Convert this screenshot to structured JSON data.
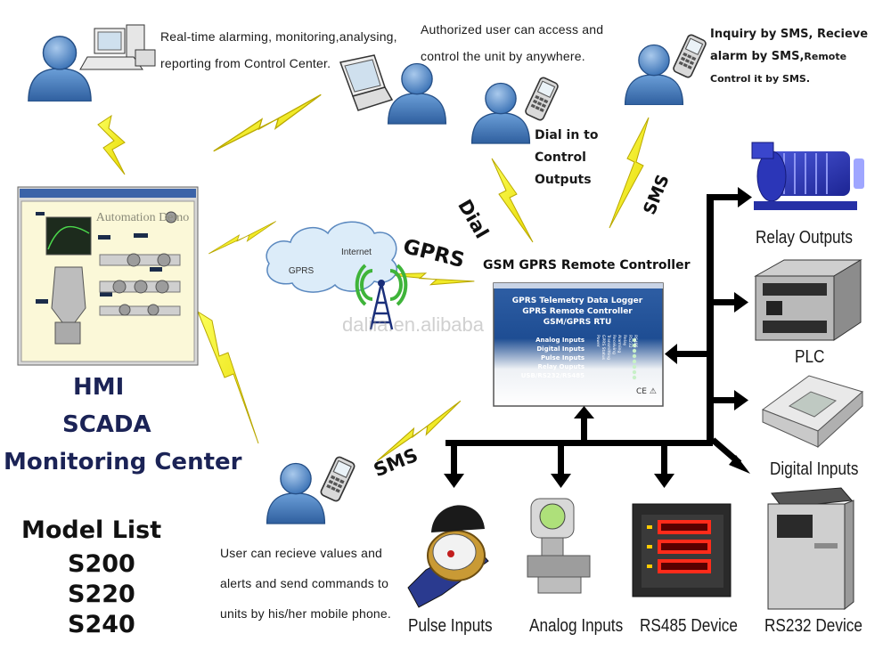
{
  "notes": {
    "control_center": [
      "Real-time alarming, monitoring,analysing,",
      "reporting from Control Center."
    ],
    "authorized": [
      "Authorized user can access and",
      "control the unit by anywhere."
    ],
    "sms_inquiry": [
      "Inquiry by SMS, Recieve",
      "alarm by SMS,",
      "Remote",
      "Control it by SMS."
    ],
    "dial_in": [
      "Dial in to",
      "Control",
      "Outputs"
    ],
    "user_mobile": [
      "User can recieve values and",
      "alerts and send commands to",
      "units by his/her mobile phone."
    ]
  },
  "links": {
    "dial": "Dial",
    "sms_top": "SMS",
    "sms_bottom": "SMS",
    "gprs": "GPRS"
  },
  "cloud": {
    "internet": "Internet",
    "gprs": "GPRS"
  },
  "controller": {
    "title": "GSM GPRS Remote Controller",
    "line1": "GPRS Telemetry Data Logger",
    "line2": "GPRS Remote Controller",
    "line3": "GSM/GPRS RTU",
    "features": [
      "Analog Inputs",
      "Digital Inputs",
      "Pulse Inputs",
      "Relay Ouputs",
      "USB/RS232/RS485"
    ],
    "leds": [
      "Power",
      "GPRS Status",
      "Transmitting",
      "Receiving",
      "Alarming",
      "Relay",
      "RS232",
      "RS485"
    ],
    "cert": "CE ⚠"
  },
  "hmi": {
    "screen_title": "Automation Demo"
  },
  "center_labels": [
    "HMI",
    "SCADA",
    "Monitoring Center"
  ],
  "models": {
    "title": "Model List",
    "items": [
      "S200",
      "S220",
      "S240"
    ]
  },
  "devices_right": [
    "Relay Outputs",
    "PLC",
    "Digital Inputs"
  ],
  "devices_bottom": [
    "Pulse Inputs",
    "Analog Inputs",
    "RS485 Device",
    "RS232 Device"
  ],
  "watermark": "daliia.en.alibaba"
}
